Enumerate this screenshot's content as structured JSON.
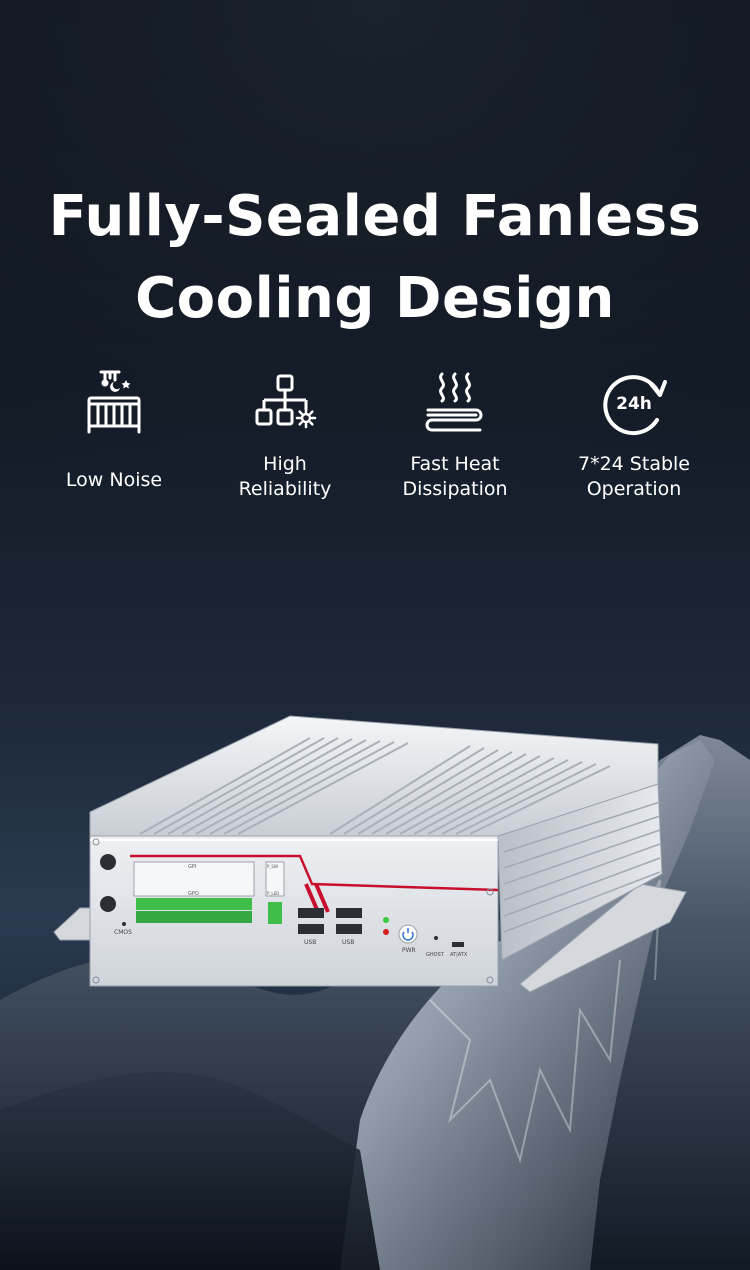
{
  "title": {
    "line1": "Fully-Sealed Fanless",
    "line2": "Cooling Design"
  },
  "features": [
    {
      "icon": "crib-icon",
      "label": "Low Noise"
    },
    {
      "icon": "network-gear-icon",
      "label": "High\nReliability"
    },
    {
      "icon": "heat-waves-icon",
      "label": "Fast Heat\nDissipation"
    },
    {
      "icon": "clock-24h-icon",
      "label": "7*24 Stable\nOperation",
      "badge": "24h"
    }
  ],
  "device": {
    "port_labels": {
      "cmos": "CMOS",
      "usb_left": "USB",
      "usb_right": "USB",
      "power": "PWR",
      "ghost": "GHOST",
      "at_atx": "AT|ATX",
      "gpi": "GPI",
      "gpo": "GPO",
      "p_sw": "P_SW",
      "p_led": "P_LED"
    },
    "accent_color": "#c8102e",
    "terminal_color": "#3fbf4a"
  },
  "colors": {
    "background": "#0e141d",
    "text": "#ffffff",
    "chassis": "#d9dde2"
  }
}
